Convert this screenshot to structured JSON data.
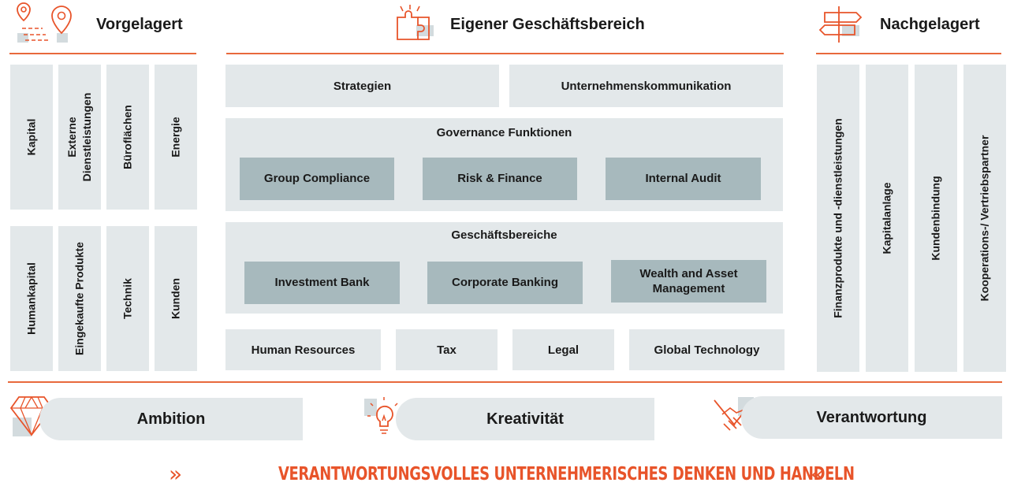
{
  "headers": {
    "upstream": "Vorgelagert",
    "own": "Eigener Geschäftsbereich",
    "downstream": "Nachgelagert"
  },
  "upstream": {
    "row1": [
      "Kapital",
      "Externe\nDienstleistungen",
      "Büroflächen",
      "Energie"
    ],
    "row2": [
      "Humankapital",
      "Eingekaufte Produkte",
      "Technik",
      "Kunden"
    ]
  },
  "own": {
    "top": [
      "Strategien",
      "Unternehmenskommunikation"
    ],
    "governance": {
      "title": "Governance Funktionen",
      "items": [
        "Group Compliance",
        "Risk & Finance",
        "Internal Audit"
      ]
    },
    "business": {
      "title": "Geschäftsbereiche",
      "items": [
        "Investment Bank",
        "Corporate Banking",
        "Wealth and Asset\nManagement"
      ]
    },
    "bottom": [
      "Human Resources",
      "Tax",
      "Legal",
      "Global Technology"
    ]
  },
  "downstream": {
    "items": [
      "Finanzprodukte und -dienstleistungen",
      "Kapitalanlage",
      "Kundenbindung",
      "Kooperations-/ Vertriebspartner"
    ]
  },
  "values": [
    "Ambition",
    "Kreativität",
    "Verantwortung"
  ],
  "motto": {
    "text": "VERANTWORTUNGSVOLLES UNTERNEHMERISCHES DENKEN UND HANDELN",
    "left": "»",
    "right": "«"
  },
  "icons": [
    "location-pin-icon",
    "puzzle-icon",
    "signpost-icon",
    "diamond-icon",
    "lightbulb-icon",
    "handshake-icon"
  ],
  "colors": {
    "accent": "#e8542a",
    "light_box": "#e3e8ea",
    "dark_box": "#a7b9bd"
  }
}
